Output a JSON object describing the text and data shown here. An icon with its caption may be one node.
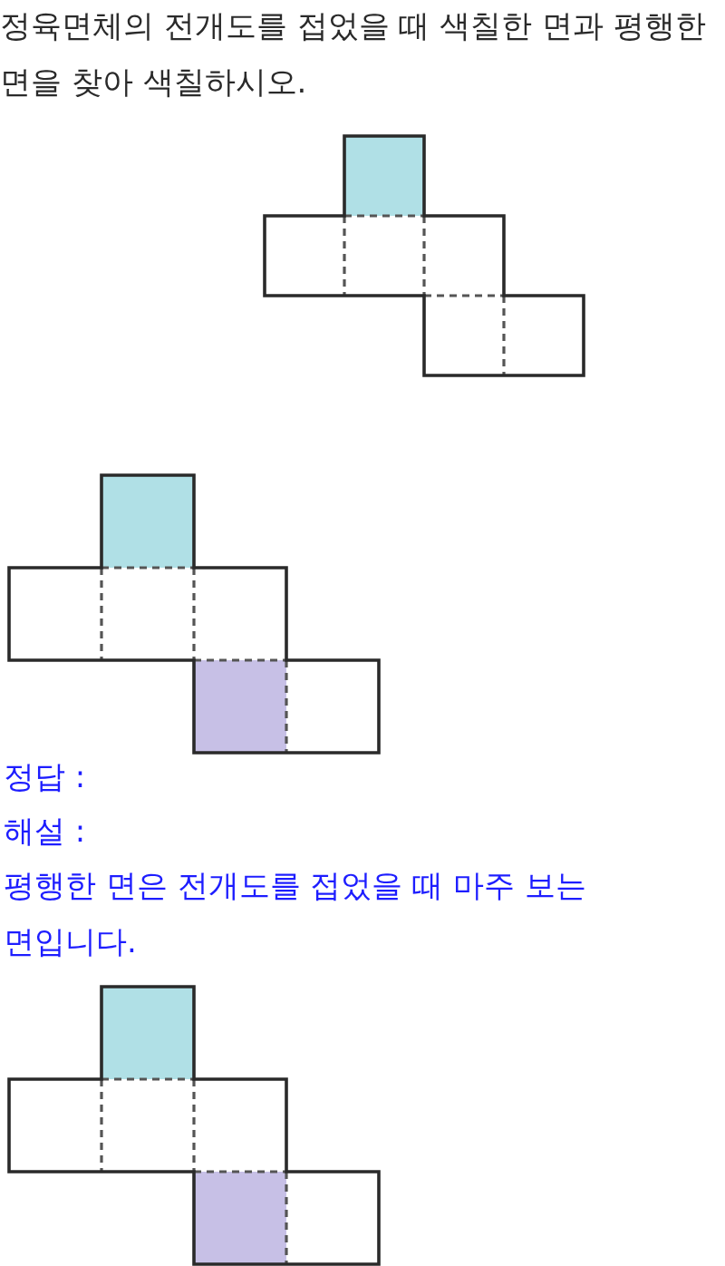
{
  "diagram": {
    "title": "정육면체의 전개도를 접었을 때 색칠한 면과 평행한 면을 찾아 색칠하시오.",
    "labels": [
      "정답 :",
      "해설 :",
      "평행한 면은 전개도를 접었을 때 마주 보는 면입니다."
    ]
  }
}
